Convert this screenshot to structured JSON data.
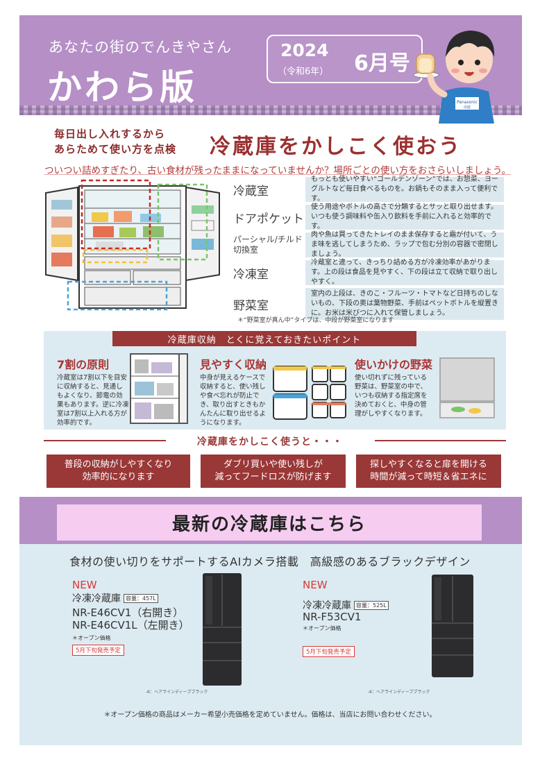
{
  "header": {
    "kicker": "あなたの街のでんきやさん",
    "title": "かわら版",
    "year": "2024",
    "era": "（令和6年）",
    "month": "6月号",
    "mascot_badge": "Panasonic\nの店"
  },
  "fridge_section": {
    "lead_line1": "毎日出し入れするから",
    "lead_line2": "あらためて使い方を点検",
    "headline": "冷蔵庫をかしこく使おう",
    "subheadline": "ついつい詰めすぎたり、古い食材が残ったままになっていませんか？場所ごとの使い方をおさらいしましょう。",
    "compartments": [
      {
        "name": "冷蔵室",
        "desc": "もっとも使いやすい“ゴールデンゾーン”では、お惣菜、ヨーグルトなど毎日食べるものを。お鍋もそのまま入って便利です。"
      },
      {
        "name": "ドアポケット",
        "desc": "使う用途やボトルの高さで分類するとサッと取り出せます。いつも使う調味料や缶入り飲料を手前に入れると効率的です。"
      },
      {
        "name": "パーシャル/チルド切換室",
        "desc": "肉や魚は買ってきたトレイのまま保存すると霜が付いて、うま味を逃してしまうため、ラップで包む分別の容器で密閉しましょう。"
      },
      {
        "name": "冷凍室",
        "desc": "冷蔵室と違って、きっちり詰める方が冷凍効率があがります。上の段は食品を見やすく、下の段は立て収納で取り出しやすく。"
      },
      {
        "name": "野菜室",
        "desc": "室内の上段は、きのこ・フルーツ・トマトなど日持ちのしないもの、下段の奥は葉物野菜、手前はペットボトルを縦置きに。お米は米びつに入れて保管しましょう。"
      }
    ],
    "note": "＊“野菜室が真ん中”タイプは、中段が野菜室になります"
  },
  "points": {
    "banner": "冷蔵庫収納　とくに覚えておきたいポイント",
    "items": [
      {
        "title": "7割の原則",
        "text": "冷蔵室は7割以下を目安に収納すると、見通しもよくなり、節電の効果もあります。逆に冷凍室は7割以上入れる方が効率的です。"
      },
      {
        "title": "見やすく収納",
        "text": "中身が見えるケースで収納すると、使い残しや食べ忘れが防止でき、取り出すときもかんたんに取り出せるようになります。"
      },
      {
        "title": "使いかけの野菜",
        "text": "使い切れずに残っている野菜は、野菜室の中で、いつも収納する指定席を決めておくと、中身の管理がしやすくなります。"
      }
    ]
  },
  "benefits": {
    "heading": "冷蔵庫をかしこく使うと・・・",
    "items": [
      {
        "line1": "普段の収納がしやすくなり",
        "line2": "効率的になります"
      },
      {
        "line1": "ダブリ買いや使い残しが",
        "line2": "減ってフードロスが防げます"
      },
      {
        "line1": "探しやすくなると扉を開ける",
        "line2": "時間が減って時短＆省エネに"
      }
    ]
  },
  "latest": {
    "heading": "最新の冷蔵庫はこちら",
    "tagline": "食材の使い切りをサポートするAIカメラ搭載　高級感のあるブラックデザイン",
    "products": [
      {
        "new": "NEW",
        "type": "冷凍冷蔵庫",
        "capacity": "容量：457L",
        "model1": "NR-E46CV1（右開き）",
        "model2": "NR-E46CV1L（左開き）",
        "price": "＊オープン価格",
        "release": "5月下旬発売予定",
        "color": "-K：ヘアラインディープブラック"
      },
      {
        "new": "NEW",
        "type": "冷凍冷蔵庫",
        "capacity": "容量：525L",
        "model1": "NR-F53CV1",
        "model2": "",
        "price": "＊オープン価格",
        "release": "5月下旬発売予定",
        "color": "-K：ヘアラインディープブラック"
      }
    ],
    "footnote": "＊オープン価格の商品はメーカー希望小売価格を定めていません。価格は、当店にお問い合わせください。"
  },
  "colors": {
    "purple": "#b58fc6",
    "maroon": "#9a3737",
    "light_blue": "#dcebf1",
    "pink": "#f6cdf1",
    "accent_red": "#d93737"
  }
}
